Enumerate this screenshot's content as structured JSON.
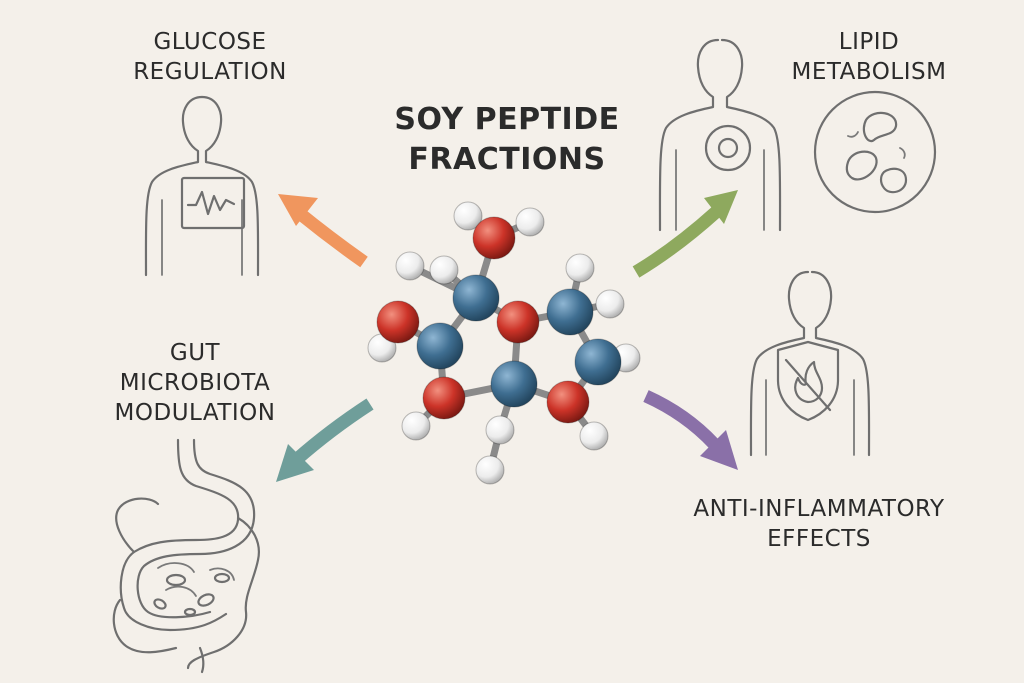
{
  "title": {
    "line1": "SOY PEPTIDE",
    "line2": "FRACTIONS"
  },
  "effects": {
    "glucose": {
      "line1": "GLUCOSE",
      "line2": "REGULATION",
      "color": "#f0965e"
    },
    "lipid": {
      "line1": "LIPID",
      "line2": "METABOLISM",
      "color": "#8ea95e"
    },
    "gut": {
      "line1": "GUT",
      "line2": "MICROBIOTA",
      "line3": "MODULATION",
      "color": "#6f9e9a"
    },
    "inflam": {
      "line1": "ANTI-INFLAMMATORY",
      "line2": "EFFECTS",
      "color": "#8a70a8"
    }
  },
  "molecule": {
    "carbon_color": "#3f6e91",
    "oxygen_color": "#cc3328",
    "hydrogen_color": "#f2f2f2",
    "bond_color": "#8a8a8a"
  },
  "icons": [
    "torso-glucose-icon",
    "torso-lipid-icon",
    "lipid-cell-icon",
    "torso-shield-icon",
    "intestine-icon"
  ]
}
